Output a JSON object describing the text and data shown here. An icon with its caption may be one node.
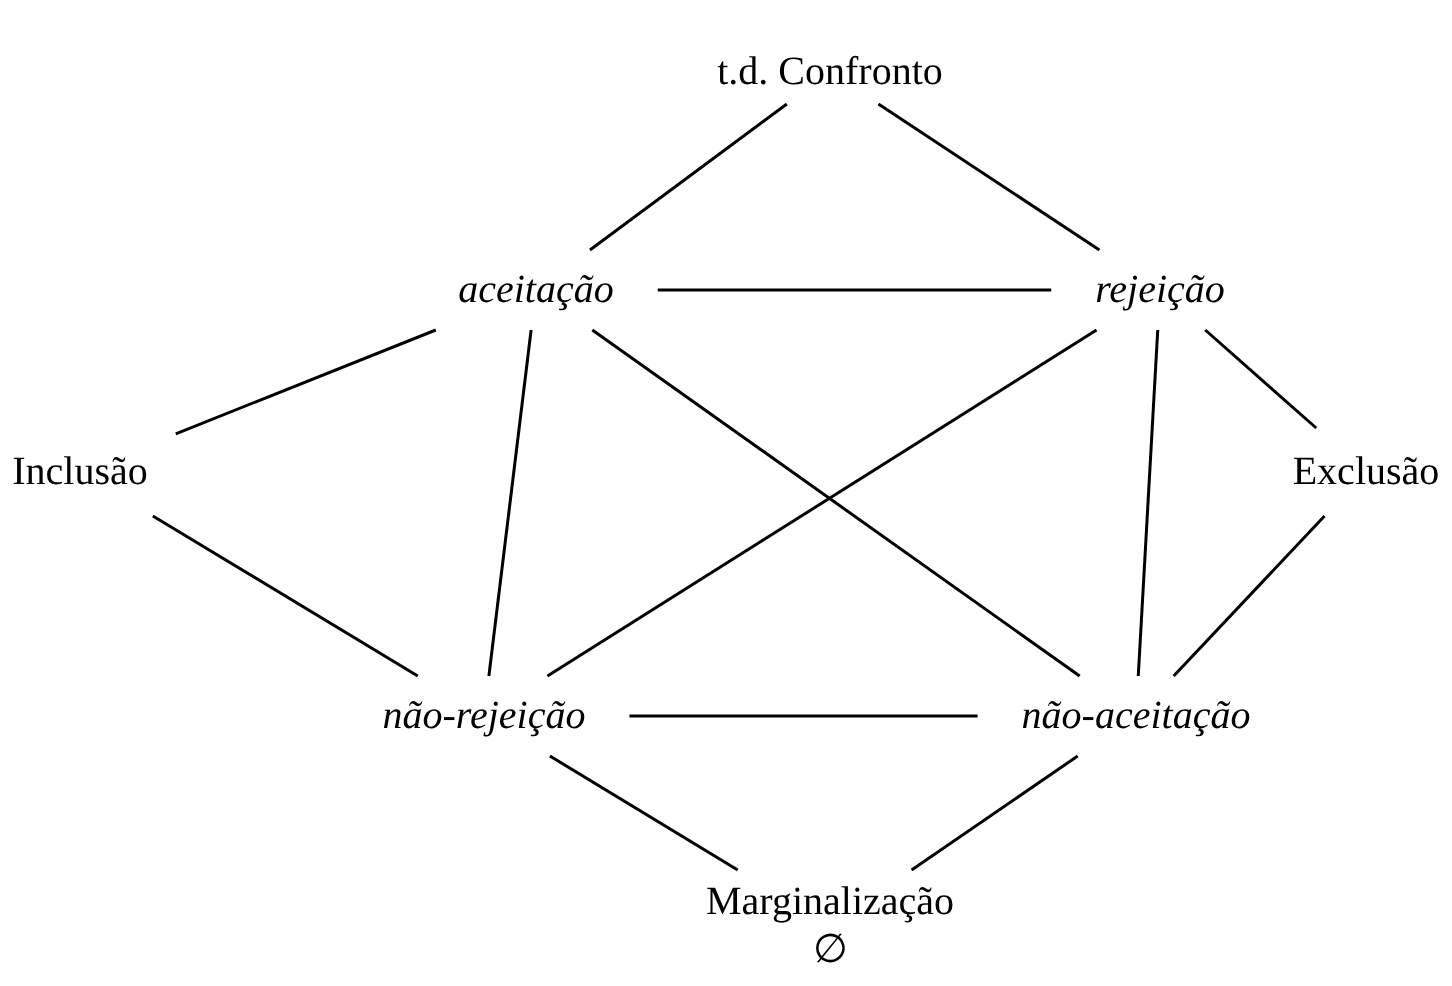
{
  "diagram": {
    "nodes": [
      {
        "text": [
          "t.d. Confronto"
        ]
      },
      {
        "text": [
          "aceitação"
        ]
      },
      {
        "text": [
          "rejeição"
        ]
      },
      {
        "text": [
          "Inclusão"
        ]
      },
      {
        "text": [
          "Exclusão"
        ]
      },
      {
        "text": [
          "não-rejeição"
        ]
      },
      {
        "text": [
          "não-aceitação"
        ]
      },
      {
        "text": [
          "Marginalização",
          "∅"
        ]
      }
    ],
    "edges": [
      {
        "from": 0,
        "to": 1,
        "arrow": "none"
      },
      {
        "from": 0,
        "to": 2,
        "arrow": "none"
      },
      {
        "from": 1,
        "to": 2,
        "arrow": "none"
      },
      {
        "from": 3,
        "to": 1,
        "arrow": "none"
      },
      {
        "from": 2,
        "to": 4,
        "arrow": "none"
      },
      {
        "from": 3,
        "to": 5,
        "arrow": "none"
      },
      {
        "from": 4,
        "to": 6,
        "arrow": "none"
      },
      {
        "from": 1,
        "to": 5,
        "arrow": "none"
      },
      {
        "from": 2,
        "to": 6,
        "arrow": "none"
      },
      {
        "from": 1,
        "to": 6,
        "arrow": "none"
      },
      {
        "from": 2,
        "to": 5,
        "arrow": "none"
      },
      {
        "from": 5,
        "to": 6,
        "arrow": "none"
      },
      {
        "from": 5,
        "to": 7,
        "arrow": "none"
      },
      {
        "from": 6,
        "to": 7,
        "arrow": "none"
      }
    ]
  }
}
